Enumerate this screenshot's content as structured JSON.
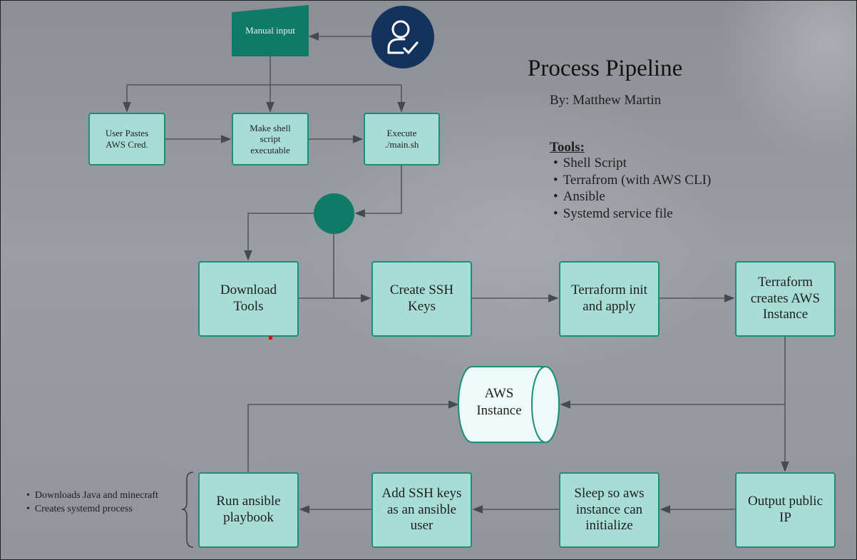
{
  "title": "Process Pipeline",
  "byline": "By: Matthew Martin",
  "tools": {
    "heading": "Tools:",
    "items": [
      "Shell Script",
      "Terrafrom (with AWS CLI)",
      "Ansible",
      "Systemd service file"
    ]
  },
  "manual_input": "Manual input",
  "top_steps": {
    "paste_line1": "User Pastes",
    "paste_line2": "AWS Cred.",
    "shell_line1": "Make shell",
    "shell_line2": "script",
    "shell_line3": "executable",
    "exec_line1": "Execute",
    "exec_line2": "./main.sh"
  },
  "mid_steps": {
    "download_line1": "Download",
    "download_line2": "Tools",
    "ssh_line1": "Create SSH",
    "ssh_line2": "Keys",
    "tfinit_line1": "Terraform init",
    "tfinit_line2": "and apply",
    "tfcreate_line1": "Terraform",
    "tfcreate_line2": "creates AWS",
    "tfcreate_line3": "Instance"
  },
  "aws_instance": {
    "line1": "AWS",
    "line2": "Instance"
  },
  "bottom_steps": {
    "ansible_line1": "Run ansible",
    "ansible_line2": "playbook",
    "addkeys_line1": "Add SSH keys",
    "addkeys_line2": "as an ansible",
    "addkeys_line3": "user",
    "sleep_line1": "Sleep so aws",
    "sleep_line2": "instance can",
    "sleep_line3": "initialize",
    "ip_line1": "Output public",
    "ip_line2": "IP"
  },
  "playbook_notes": [
    "Downloads Java and minecraft",
    "Creates systemd process"
  ],
  "colors": {
    "teal_dark": "#0f7a68",
    "box_fill": "#a8ddd5",
    "box_border": "#1c8f7c",
    "navy": "#14325e",
    "arrow": "#444a50"
  },
  "icons": {
    "user": "user-check-icon"
  }
}
